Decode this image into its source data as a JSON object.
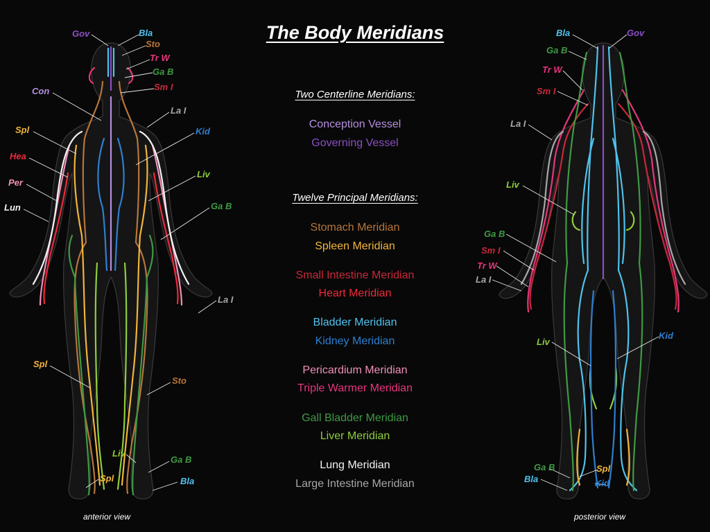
{
  "title": "The Body Meridians",
  "sections": {
    "centerline": "Two Centerline Meridians:",
    "principal": "Twelve Principal Meridians:"
  },
  "legend": {
    "conception": "Conception Vessel",
    "governing": "Governing Vessel",
    "stomach": "Stomach Meridian",
    "spleen": "Spleen Meridian",
    "small_intestine": "Small Intestine Meridian",
    "heart": "Heart Meridian",
    "bladder": "Bladder Meridian",
    "kidney": "Kidney Meridian",
    "pericardium": "Pericardium Meridian",
    "triple_warmer": "Triple Warmer Meridian",
    "gall_bladder": "Gall Bladder Meridian",
    "liver": "Liver Meridian",
    "lung": "Lung Meridian",
    "large_intestine": "Large Intestine Meridian"
  },
  "colors": {
    "conception": "#b58fe0",
    "governing": "#8a4fc4",
    "stomach": "#b8763a",
    "spleen": "#f2b43c",
    "small_intestine": "#c8283a",
    "heart": "#ee2a3a",
    "bladder": "#4fc3ee",
    "kidney": "#2e7fd0",
    "pericardium": "#f08fb8",
    "triple_warmer": "#e8357e",
    "gall_bladder": "#3f9a44",
    "liver": "#8fce3a",
    "lung": "#f2f2f2",
    "large_intestine": "#a8a8a8"
  },
  "anterior": {
    "caption": "anterior view",
    "labels": {
      "gov": "Gov",
      "bla": "Bla",
      "sto": "Sto",
      "trw": "Tr W",
      "gab": "Ga B",
      "smi": "Sm I",
      "con": "Con",
      "lai": "La I",
      "kid": "Kid",
      "spl": "Spl",
      "hea": "Hea",
      "per": "Per",
      "liv": "Liv",
      "lun": "Lun",
      "gab2": "Ga B",
      "lai2": "La I",
      "spl2": "Spl",
      "sto2": "Sto",
      "liv2": "Liv",
      "gab3": "Ga B",
      "spl3": "Spl",
      "bla2": "Bla"
    }
  },
  "posterior": {
    "caption": "posterior view",
    "labels": {
      "bla": "Bla",
      "gov": "Gov",
      "gab": "Ga B",
      "trw": "Tr W",
      "smi": "Sm I",
      "lai": "La I",
      "liv": "Liv",
      "gab2": "Ga B",
      "smi2": "Sm I",
      "trw2": "Tr W",
      "lai2": "La I",
      "liv2": "Liv",
      "kid": "Kid",
      "gab3": "Ga B",
      "spl": "Spl",
      "bla2": "Bla",
      "kid2": "Kid"
    }
  }
}
